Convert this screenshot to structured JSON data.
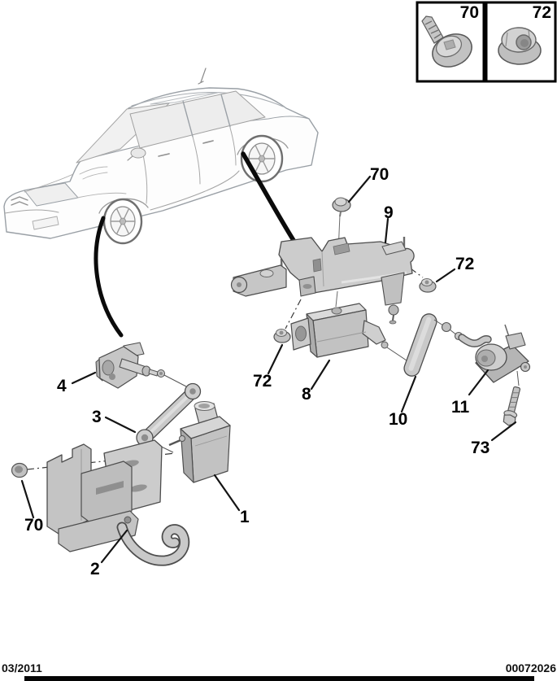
{
  "footer": {
    "date": "03/2011",
    "number": "00072026"
  },
  "inset": {
    "screw_label": "70",
    "nut_label": "72",
    "screw_icon": "flanged-screw-icon",
    "nut_icon": "flange-nut-icon"
  },
  "callouts": {
    "screw_rear": "70",
    "rear_bracket": "9",
    "rear_nut_right": "72",
    "rear_nut_left": "72",
    "rear_sensor": "8",
    "rear_link": "10",
    "rear_height_sensor": "11",
    "rear_bolt": "73",
    "front_upper_sensor": "4",
    "front_link": "3",
    "front_sensor": "1",
    "front_bracket": "2",
    "front_nut": "70"
  },
  "colors": {
    "background": "#ffffff",
    "label": "#000000",
    "leader_line": "#141414",
    "part_fill": "#c9c9c9",
    "part_outline": "#4d4d4d",
    "car_line_art": "#9aa0a6",
    "bottom_rule": "#050505"
  }
}
